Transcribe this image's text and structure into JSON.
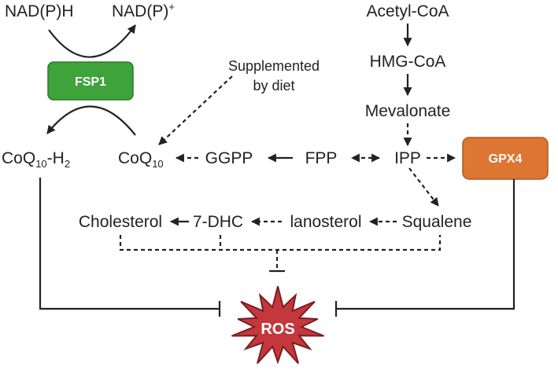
{
  "nodes": {
    "nadph": "NAD(P)H",
    "nadp": "NAD(P)",
    "nadp_sup": "+",
    "acetyl_coa": "Acetyl-CoA",
    "hmg_coa": "HMG-CoA",
    "mevalonate": "Mevalonate",
    "supplemented_line1": "Supplemented",
    "supplemented_line2": "by diet",
    "coq10h2_base": "CoQ",
    "coq10h2_sub": "10",
    "coq10h2_tail": "-H",
    "coq10h2_sub2": "2",
    "coq10_base": "CoQ",
    "coq10_sub": "10",
    "ggpp": "GGPP",
    "fpp": "FPP",
    "ipp": "IPP",
    "cholesterol": "Cholesterol",
    "dhc": "7-DHC",
    "lanosterol": "lanosterol",
    "squalene": "Squalene"
  },
  "boxes": {
    "fsp1": "FSP1",
    "gpx4": "GPX4",
    "ros": "ROS"
  },
  "colors": {
    "fsp1": "#3DA33A",
    "gpx4": "#DD7533",
    "ros": "#C4373D"
  }
}
